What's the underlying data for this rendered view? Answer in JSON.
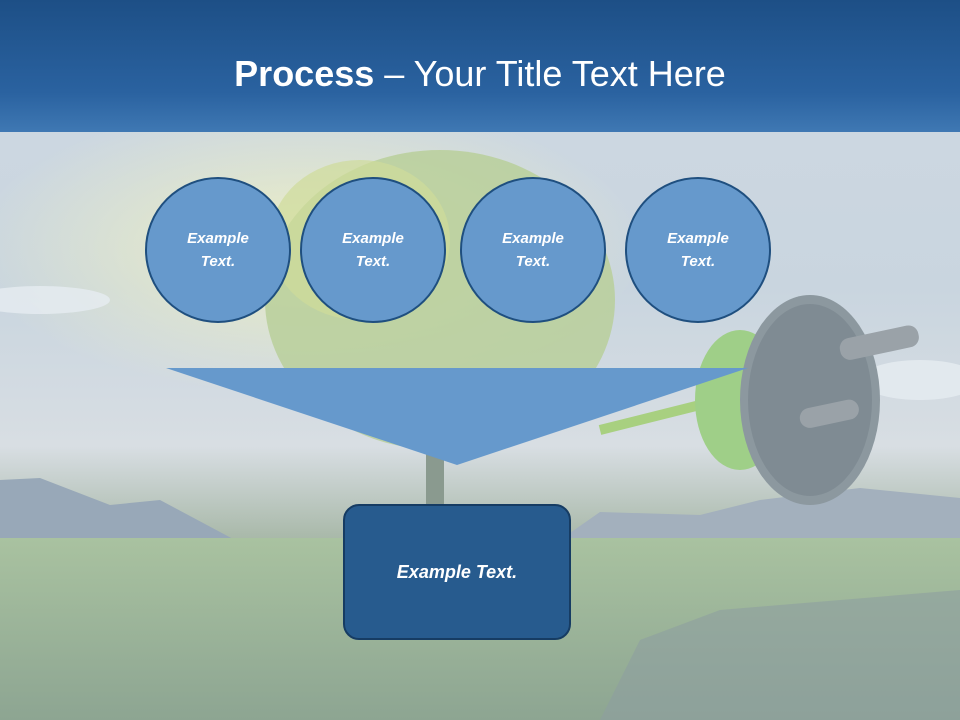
{
  "slide": {
    "title_bold": "Process",
    "title_rest": " – Your Title Text Here",
    "circles": [
      {
        "label": "Example Text."
      },
      {
        "label": "Example Text."
      },
      {
        "label": "Example Text."
      },
      {
        "label": "Example Text."
      }
    ],
    "result_box": {
      "label": "Example Text."
    }
  },
  "colors": {
    "title_bar": "#2a62a0",
    "circle_fill": "#6699cc",
    "funnel_fill": "#6699cc",
    "box_fill": "#275b8e"
  }
}
